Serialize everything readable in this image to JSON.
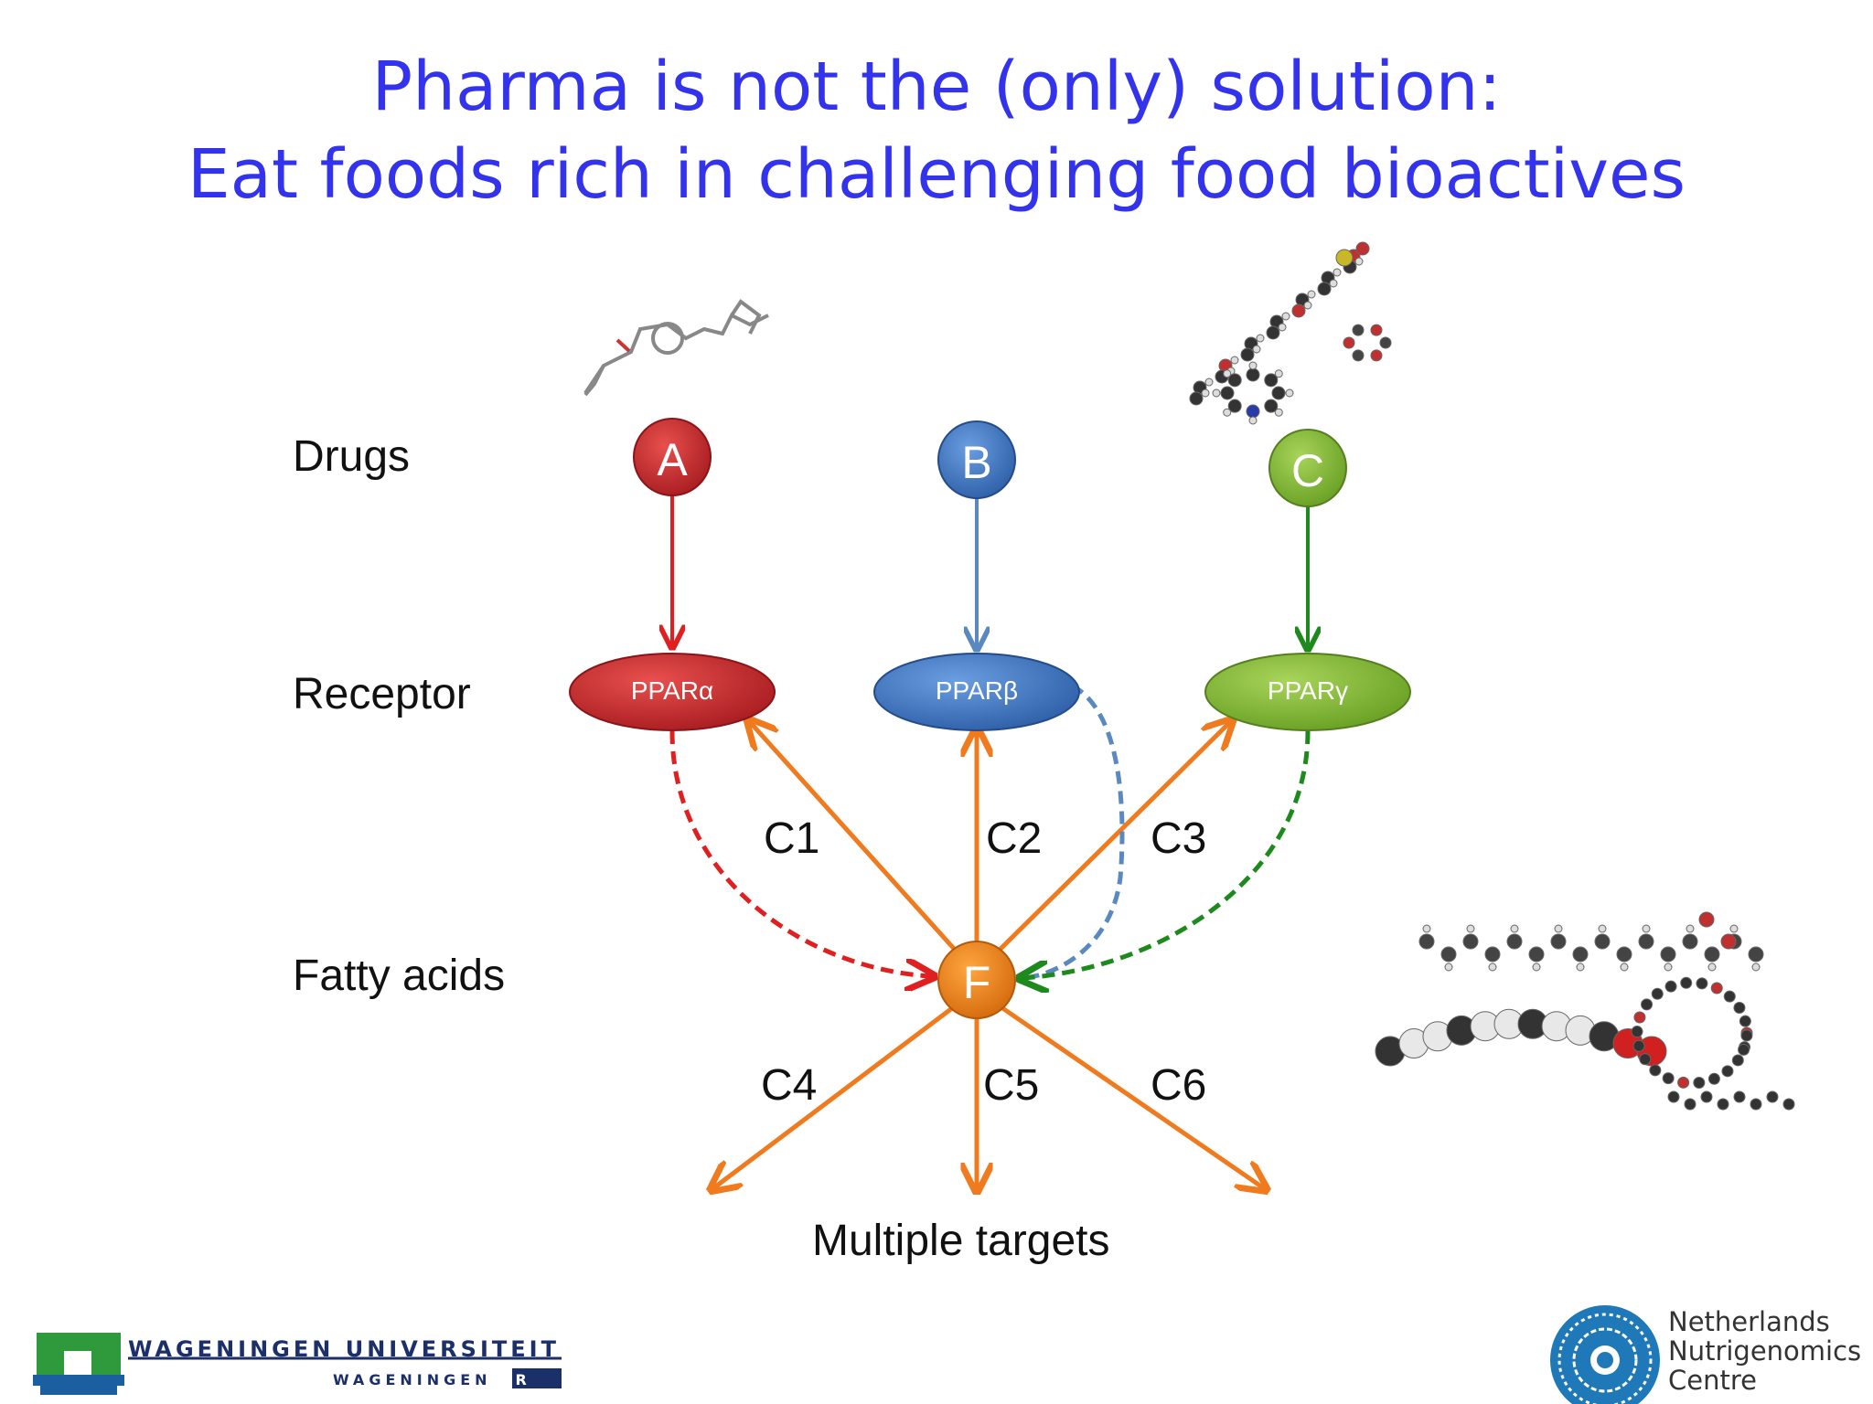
{
  "title": {
    "line1": "Pharma is not the (only) solution:",
    "line2": "Eat foods rich in challenging food bioactives"
  },
  "row_labels": {
    "drugs": "Drugs",
    "receptor": "Receptor",
    "fatty_acids": "Fatty acids"
  },
  "drugs": [
    {
      "label": "A",
      "color": "#c8252b"
    },
    {
      "label": "B",
      "color": "#3b74c0"
    },
    {
      "label": "C",
      "color": "#7fb232"
    }
  ],
  "receptors": [
    {
      "label": "PPARα",
      "color": "#c8252b"
    },
    {
      "label": "PPARβ",
      "color": "#4d84cc"
    },
    {
      "label": "PPARγ",
      "color": "#8cc03a"
    }
  ],
  "fatty_acid_node": {
    "label": "F",
    "color": "#f08a1c"
  },
  "connections": [
    "C1",
    "C2",
    "C3",
    "C4",
    "C5",
    "C6"
  ],
  "bottom_label": "Multiple targets",
  "logos": {
    "wageningen_line1": "WAGENINGEN UNIVERSITEIT",
    "wageningen_line2_prefix": "WAGENINGEN",
    "wageningen_line2_box": "UR",
    "nnc": [
      "Netherlands",
      "Nutrigenomics",
      "Centre"
    ]
  },
  "colors": {
    "title": "#3333ee",
    "arrow_orange": "#f07a1e",
    "arrow_red": "#e02020",
    "arrow_blue": "#5a88c0",
    "arrow_green": "#1e8a1e"
  }
}
